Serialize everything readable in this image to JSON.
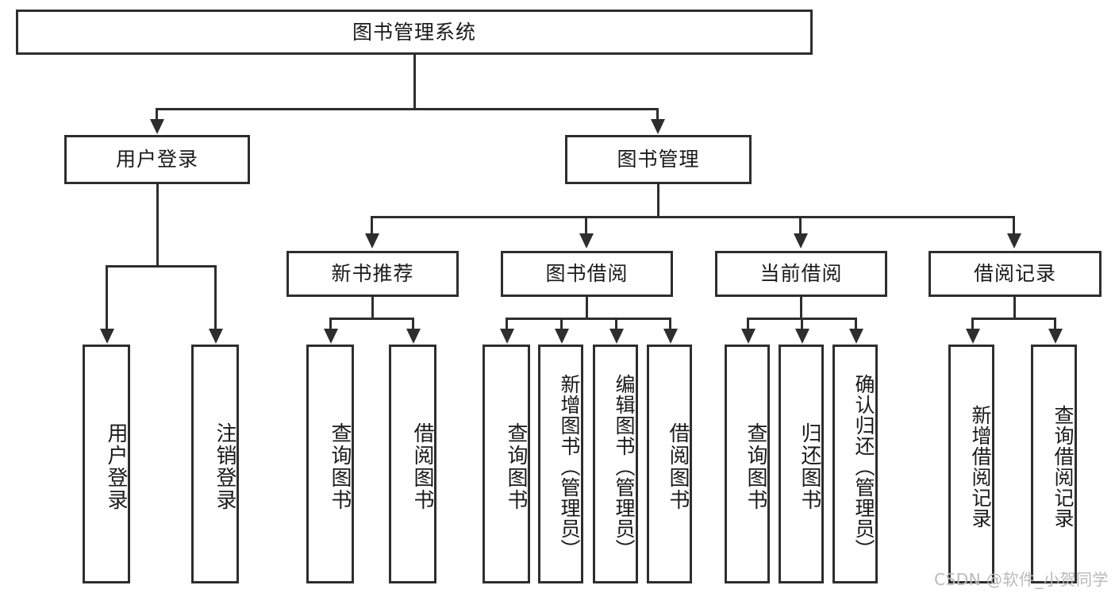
{
  "diagram": {
    "title": "图书管理系统",
    "watermark": "CSDN @软件_小贺同学",
    "type": "tree-hierarchy-diagram",
    "colors": {
      "box_border": "#2e2e2e",
      "box_fill": "#ffffff",
      "text": "#1a1a1a",
      "connector": "#2e2e2e",
      "watermark": "#b9b9b9",
      "background": "#ffffff"
    },
    "root": {
      "label": "图书管理系统"
    },
    "level2": [
      {
        "label": "用户登录"
      },
      {
        "label": "图书管理"
      }
    ],
    "level3": [
      {
        "label": "新书推荐"
      },
      {
        "label": "图书借阅"
      },
      {
        "label": "当前借阅"
      },
      {
        "label": "借阅记录"
      }
    ],
    "leaves": {
      "user_login": [
        {
          "label": "用户登录"
        },
        {
          "label": "注销登录"
        }
      ],
      "new_book_recommend": [
        {
          "label": "查询图书"
        },
        {
          "label": "借阅图书"
        }
      ],
      "book_borrow": [
        {
          "label": "查询图书"
        },
        {
          "label": "新增图书（管理员）"
        },
        {
          "label": "编辑图书（管理员）"
        },
        {
          "label": "借阅图书"
        }
      ],
      "current_borrow": [
        {
          "label": "查询图书"
        },
        {
          "label": "归还图书"
        },
        {
          "label": "确认归还（管理员）"
        }
      ],
      "borrow_record": [
        {
          "label": "新增借阅记录"
        },
        {
          "label": "查询借阅记录"
        }
      ]
    }
  }
}
